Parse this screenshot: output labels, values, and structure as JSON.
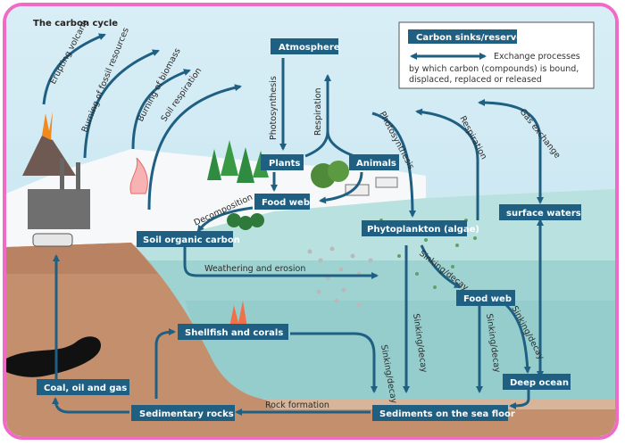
{
  "title": "The carbon cycle",
  "legend": {
    "box_label": "Carbon sinks/reservoirs",
    "arrow_text_1": "Exchange processes",
    "arrow_text_2": "by which carbon (compounds) is bound,",
    "arrow_text_3": "displaced, replaced or released"
  },
  "reservoirs": {
    "atmosphere": "Atmosphere",
    "plants": "Plants",
    "animals": "Animals",
    "food_web_land": "Food web",
    "soil_organic_carbon": "Soil organic carbon",
    "phytoplankton": "Phytoplankton (algae)",
    "surface_waters": "surface waters",
    "food_web_ocean": "Food web",
    "shellfish_corals": "Shellfish and corals",
    "coal_oil_gas": "Coal, oil and gas",
    "sedimentary_rocks": "Sedimentary rocks",
    "sediments_sea_floor": "Sediments on the sea floor",
    "deep_ocean": "Deep ocean"
  },
  "processes": {
    "erupting_volcano": "Erupting volcano",
    "burning_fossil": "Burning of fossil resources",
    "burning_biomass": "Burning of biomass",
    "soil_respiration": "Soil respiration",
    "photosynthesis_land": "Photosynthesis",
    "respiration_land": "Respiration",
    "photosynthesis_ocean": "Photosynthesis",
    "respiration_ocean": "Respiration",
    "gas_exchange": "Gas exchange",
    "decomposition": "Decomposition",
    "weathering": "Weathering and erosion",
    "sinking_decay_1": "Sinking/decay",
    "sinking_decay_2": "Sinking/decay",
    "sinking_decay_3": "Sinking/decay",
    "sinking_decay_4": "Sinking/decay",
    "sinking_decay_5": "Sinking/decay",
    "rock_formation": "Rock formation"
  },
  "colors": {
    "box": "#1f5f82",
    "arrow": "#1f5f82",
    "sky": "#cfe9f3",
    "ocean": "#a6d7d6",
    "deep_ocean": "#8cc6c7",
    "land": "#c48f6d",
    "frame": "#f06ac8"
  }
}
